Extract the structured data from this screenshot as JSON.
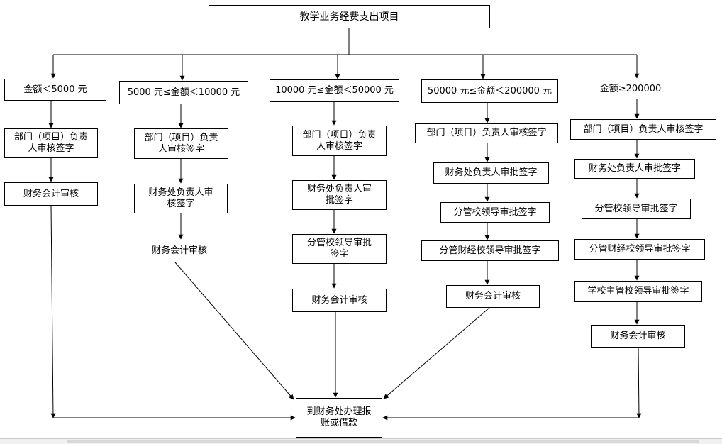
{
  "title": "教学业务经费支出项目",
  "columns": [
    {
      "header": "金额＜5000 元",
      "steps": [
        "部门（项目）负责\n人审核签字",
        "财务会计审核"
      ]
    },
    {
      "header": "5000 元≤金额＜10000 元",
      "steps": [
        "部门（项目）负责\n人审核签字",
        "财务处负责人审\n核签字",
        "财务会计审核"
      ]
    },
    {
      "header": "10000 元≤金额＜50000 元",
      "steps": [
        "部门（项目）负责\n人审核签字",
        "财务处负责人审\n批签字",
        "分管校领导审批\n签字",
        "财务会计审核"
      ]
    },
    {
      "header": "50000 元≤金额＜200000 元",
      "steps": [
        "部门（项目）负责人审核签字",
        "财务处负责人审批签字",
        "分管校领导审批签字",
        "分管财经校领导审批签字",
        "财务会计审核"
      ]
    },
    {
      "header": "金额≥200000",
      "steps": [
        "部门（项目）负责人审核签字",
        "财务处负责人审批签字",
        "分管校领导审批签字",
        "分管财经校领导审批签字",
        "学校主管校领导审批签字",
        "财务会计审核"
      ]
    }
  ],
  "final": "到财务处办理报\n账或借款"
}
